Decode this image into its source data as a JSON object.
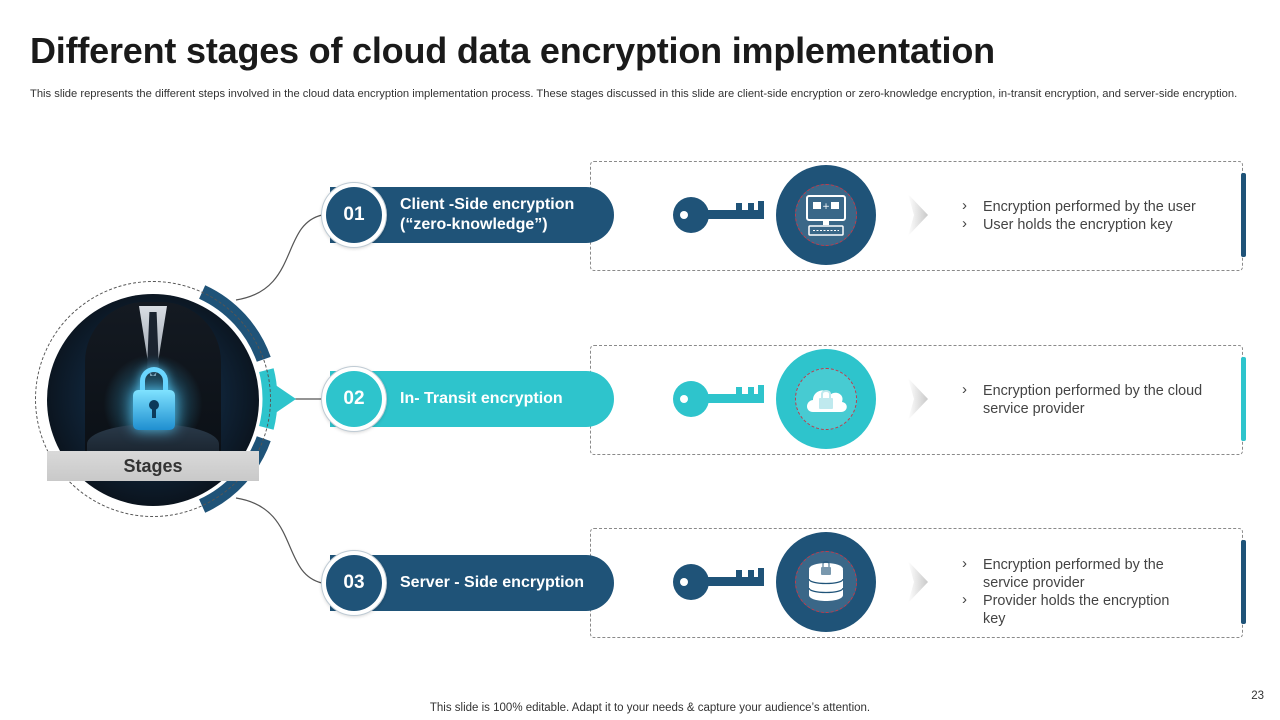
{
  "title": "Different stages of cloud data encryption implementation",
  "subtitle": "This slide represents the different steps involved in the cloud data encryption implementation process. These stages discussed in this slide are client-side encryption or zero-knowledge encryption, in-transit encryption, and server-side encryption.",
  "hub": {
    "label": "Stages",
    "image": "business-person-holding-glowing-padlock"
  },
  "colors": {
    "dark": "#1f5378",
    "teal": "#2ec4cc",
    "accent_dashed": "#c23a4a"
  },
  "stages": [
    {
      "number": "01",
      "name_line1": "Client -Side encryption",
      "name_line2": "(“zero-knowledge”)",
      "color": "dark",
      "icon": "computer-lock-icon",
      "bullets": [
        "Encryption performed by the user",
        "User holds the encryption key"
      ]
    },
    {
      "number": "02",
      "name_line1": "In- Transit encryption",
      "name_line2": "",
      "color": "teal",
      "icon": "cloud-lock-icon",
      "bullets": [
        "Encryption performed by the cloud service provider"
      ]
    },
    {
      "number": "03",
      "name_line1": "Server - Side encryption",
      "name_line2": "",
      "color": "dark",
      "icon": "database-lock-icon",
      "bullets": [
        "Encryption performed by the service provider",
        "Provider holds the encryption key"
      ]
    }
  ],
  "footer": "This slide is 100% editable. Adapt it to your needs & capture your audience’s attention.",
  "page_number": "23"
}
